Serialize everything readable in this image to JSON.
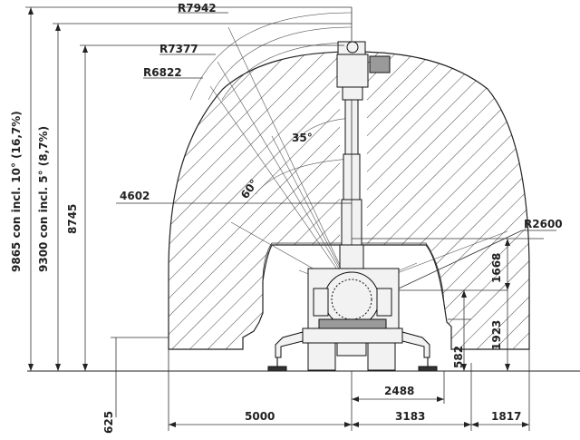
{
  "radii": {
    "r1": "R7942",
    "r2": "R7377",
    "r3": "R6822",
    "r4": "R2600"
  },
  "angles": {
    "a1": "35°",
    "a2": "60°"
  },
  "reach": {
    "horizontal": "4602"
  },
  "heights_left": {
    "h1": "9865 con incl. 10° (16,7%)",
    "h2": "9300 con incl. 5° (8,7%)",
    "h3": "8745",
    "ground": "625"
  },
  "heights_right": {
    "h1": "1668",
    "h2": "1923",
    "h3": "582"
  },
  "widths_bottom": {
    "w1": "5000",
    "w2": "3183",
    "w3": "1817",
    "w4": "2488"
  },
  "colors": {
    "hatch": "#444444",
    "line": "#333333"
  }
}
